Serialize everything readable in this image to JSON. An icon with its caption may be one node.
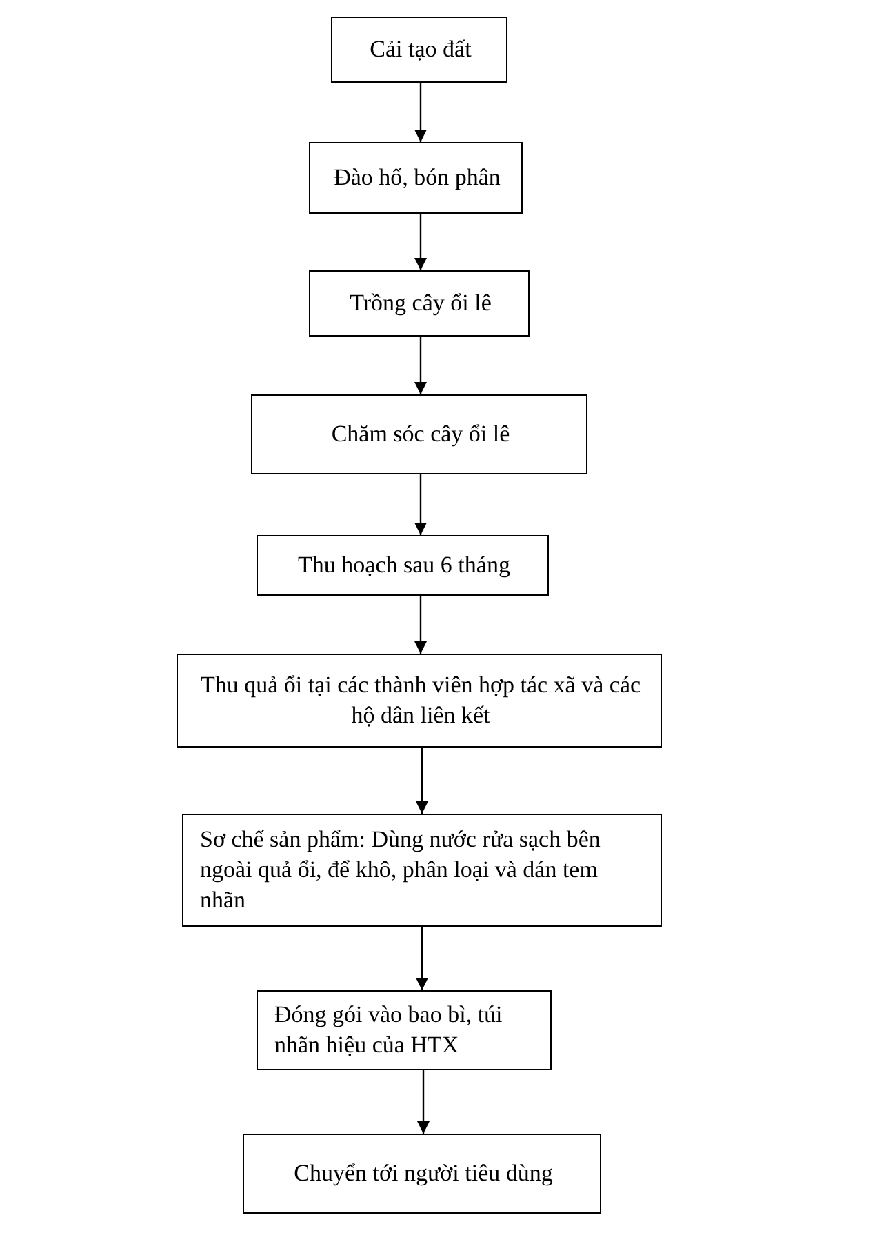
{
  "diagram": {
    "nodes": [
      {
        "text": [
          "Cải tạo đất"
        ]
      },
      {
        "text": [
          "Đào hố, bón phân"
        ]
      },
      {
        "text": [
          "Trồng cây ổi lê"
        ]
      },
      {
        "text": [
          "Chăm sóc cây ổi lê"
        ]
      },
      {
        "text": [
          "Thu hoạch sau 6 tháng"
        ]
      },
      {
        "text": [
          "Thu quả ổi tại các thành viên hợp tác xã và các hộ dân liên kết"
        ]
      },
      {
        "text": [
          "Sơ chế sản phẩm: Dùng nước rửa sạch bên ngoài quả ổi, để khô, phân loại và dán tem nhãn"
        ]
      },
      {
        "text": [
          "Đóng gói vào bao bì, túi nhãn hiệu của HTX"
        ]
      },
      {
        "text": [
          "Chuyển tới người tiêu dùng"
        ]
      }
    ],
    "edges": [
      {
        "from": 0,
        "to": 1,
        "arrow": "to"
      },
      {
        "from": 1,
        "to": 2,
        "arrow": "to"
      },
      {
        "from": 2,
        "to": 3,
        "arrow": "to"
      },
      {
        "from": 3,
        "to": 4,
        "arrow": "to"
      },
      {
        "from": 4,
        "to": 5,
        "arrow": "to"
      },
      {
        "from": 5,
        "to": 6,
        "arrow": "to"
      },
      {
        "from": 6,
        "to": 7,
        "arrow": "to"
      },
      {
        "from": 7,
        "to": 8,
        "arrow": "to"
      }
    ]
  }
}
